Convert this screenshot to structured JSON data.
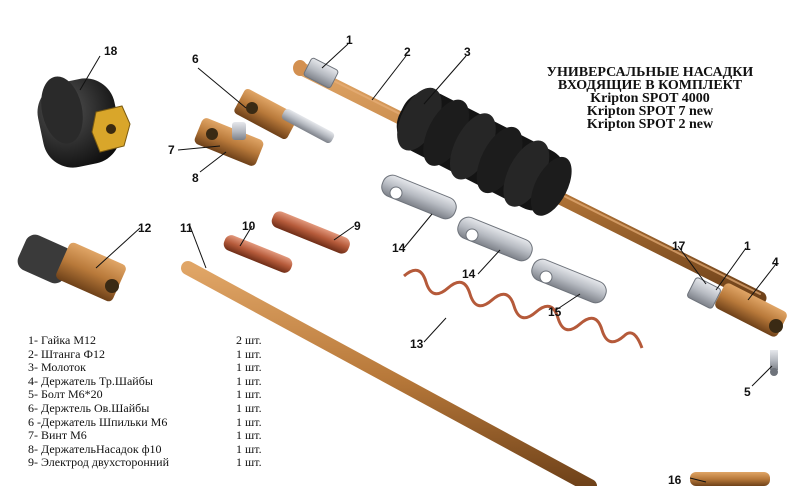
{
  "title_lines": [
    "УНИВЕРСАЛЬНЫЕ НАСАДКИ",
    "ВХОДЯЩИЕ В КОМПЛЕКТ",
    "Kripton SPOT 4000",
    "Kripton SPOT 7 new",
    "Kripton SPOT 2 new"
  ],
  "callouts": [
    "18",
    "6",
    "7",
    "8",
    "1",
    "2",
    "3",
    "12",
    "11",
    "10",
    "9",
    "14",
    "14",
    "15",
    "13",
    "17",
    "1",
    "4",
    "5",
    "16"
  ],
  "parts": [
    {
      "name": "1- Гайка М12",
      "qty": "2 шт."
    },
    {
      "name": "2- Штанга Ф12",
      "qty": "1 шт."
    },
    {
      "name": "3- Молоток",
      "qty": "1 шт."
    },
    {
      "name": "4- Держатель Тр.Шайбы",
      "qty": "1 шт."
    },
    {
      "name": "5- Болт М6*20",
      "qty": "1 шт."
    },
    {
      "name": "6- Держтель Ов.Шайбы",
      "qty": "1 шт."
    },
    {
      "name": "6 -Держатель Шпильки М6",
      "qty": "1 шт."
    },
    {
      "name": "7- Винт М6",
      "qty": "1 шт."
    },
    {
      "name": "8- ДержательНасадок ф10",
      "qty": "1 шт."
    },
    {
      "name": "9- Электрод двухсторонний",
      "qty": "1 шт."
    }
  ],
  "colors": {
    "brass": "#b8793a",
    "brass_dark": "#7a4a1e",
    "rubber": "#1a1a1a",
    "steel": "#c9ccd1",
    "copper": "#b55a3a",
    "gold": "#d9a62a"
  }
}
